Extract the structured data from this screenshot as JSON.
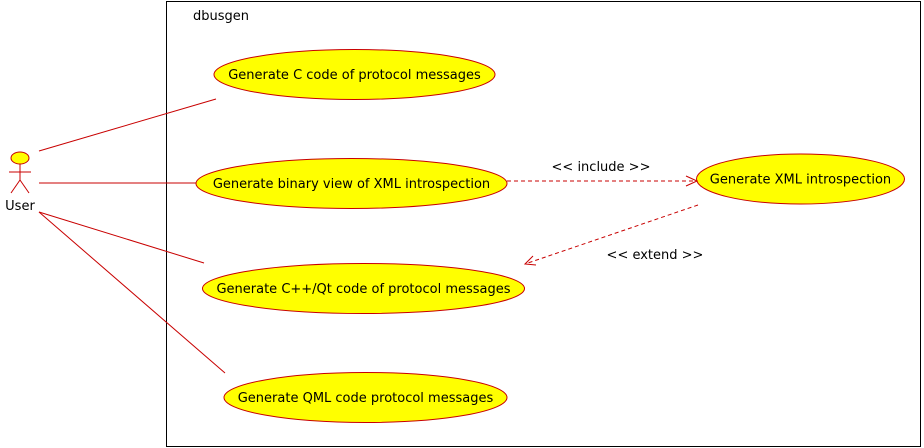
{
  "diagram": {
    "system_name": "dbusgen",
    "actor": {
      "name": "User"
    },
    "use_cases": [
      {
        "id": "uc1",
        "label": "Generate C code of protocol messages"
      },
      {
        "id": "uc2",
        "label": "Generate binary view of XML introspection"
      },
      {
        "id": "uc3",
        "label": "Generate C++/Qt code of protocol messages"
      },
      {
        "id": "uc4",
        "label": "Generate QML code protocol messages"
      },
      {
        "id": "uc5",
        "label": "Generate XML introspection"
      }
    ],
    "relations": [
      {
        "from": "uc2",
        "to": "uc5",
        "kind": "include",
        "label": "<< include >>"
      },
      {
        "from": "uc5",
        "to": "uc3",
        "kind": "extend",
        "label": "<< extend >>"
      }
    ],
    "colors": {
      "use_case_fill": "#ffff00",
      "line": "#c80000"
    }
  }
}
